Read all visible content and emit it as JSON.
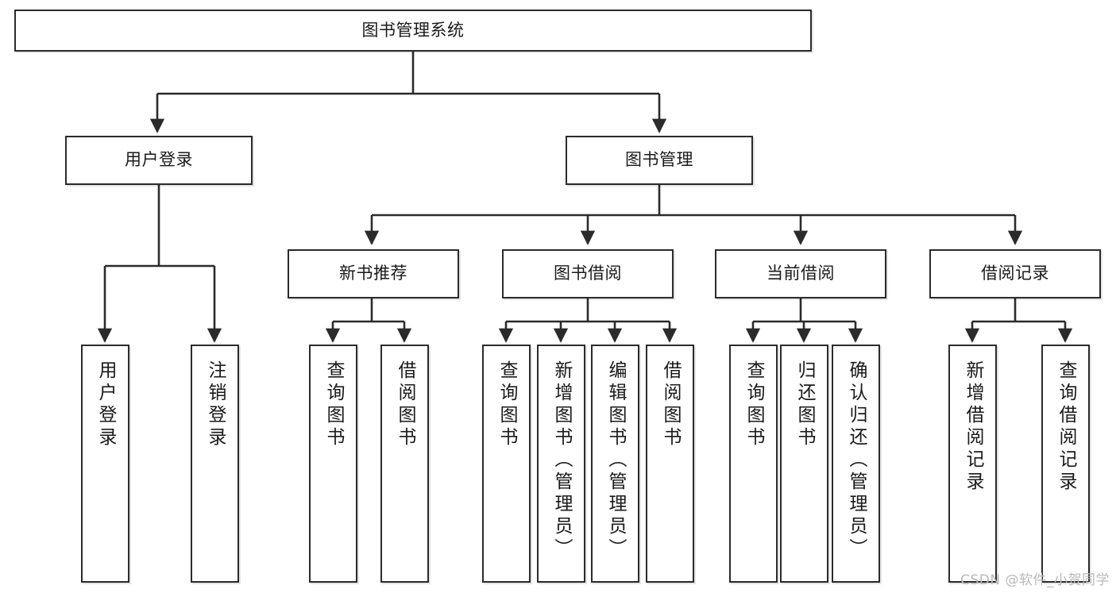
{
  "diagram": {
    "title": "图书管理系统",
    "type": "tree-hierarchy",
    "watermark": "CSDN @软件_小贺同学",
    "colors": {
      "stroke": "#2b2b2b",
      "fill": "#ffffff",
      "text": "#1a1a1a",
      "watermark": "#b9b9b9"
    },
    "nodes": {
      "root": {
        "label": "图书管理系统",
        "orientation": "horizontal"
      },
      "level1": [
        {
          "id": "user-login",
          "label": "用户登录",
          "orientation": "horizontal"
        },
        {
          "id": "book-manage",
          "label": "图书管理",
          "orientation": "horizontal"
        }
      ],
      "level2": [
        {
          "id": "new-book-recommend",
          "label": "新书推荐",
          "orientation": "horizontal"
        },
        {
          "id": "book-borrow",
          "label": "图书借阅",
          "orientation": "horizontal"
        },
        {
          "id": "current-borrow",
          "label": "当前借阅",
          "orientation": "horizontal"
        },
        {
          "id": "borrow-record",
          "label": "借阅记录",
          "orientation": "horizontal"
        }
      ],
      "leaves": {
        "user-login": [
          {
            "id": "leaf-user-login",
            "label": "用户登录",
            "orientation": "vertical"
          },
          {
            "id": "leaf-logout",
            "label": "注销登录",
            "orientation": "vertical"
          }
        ],
        "new-book-recommend": [
          {
            "id": "leaf-query-book-1",
            "label": "查询图书",
            "orientation": "vertical"
          },
          {
            "id": "leaf-borrow-book-1",
            "label": "借阅图书",
            "orientation": "vertical"
          }
        ],
        "book-borrow": [
          {
            "id": "leaf-query-book-2",
            "label": "查询图书",
            "orientation": "vertical"
          },
          {
            "id": "leaf-add-book",
            "label": "新增图书（管理员）",
            "orientation": "vertical"
          },
          {
            "id": "leaf-edit-book",
            "label": "编辑图书（管理员）",
            "orientation": "vertical"
          },
          {
            "id": "leaf-borrow-book-2",
            "label": "借阅图书",
            "orientation": "vertical"
          }
        ],
        "current-borrow": [
          {
            "id": "leaf-query-book-3",
            "label": "查询图书",
            "orientation": "vertical"
          },
          {
            "id": "leaf-return-book",
            "label": "归还图书",
            "orientation": "vertical"
          },
          {
            "id": "leaf-confirm-return",
            "label": "确认归还（管理员）",
            "orientation": "vertical"
          }
        ],
        "borrow-record": [
          {
            "id": "leaf-add-record",
            "label": "新增借阅记录",
            "orientation": "vertical"
          },
          {
            "id": "leaf-query-record",
            "label": "查询借阅记录",
            "orientation": "vertical"
          }
        ]
      }
    }
  }
}
